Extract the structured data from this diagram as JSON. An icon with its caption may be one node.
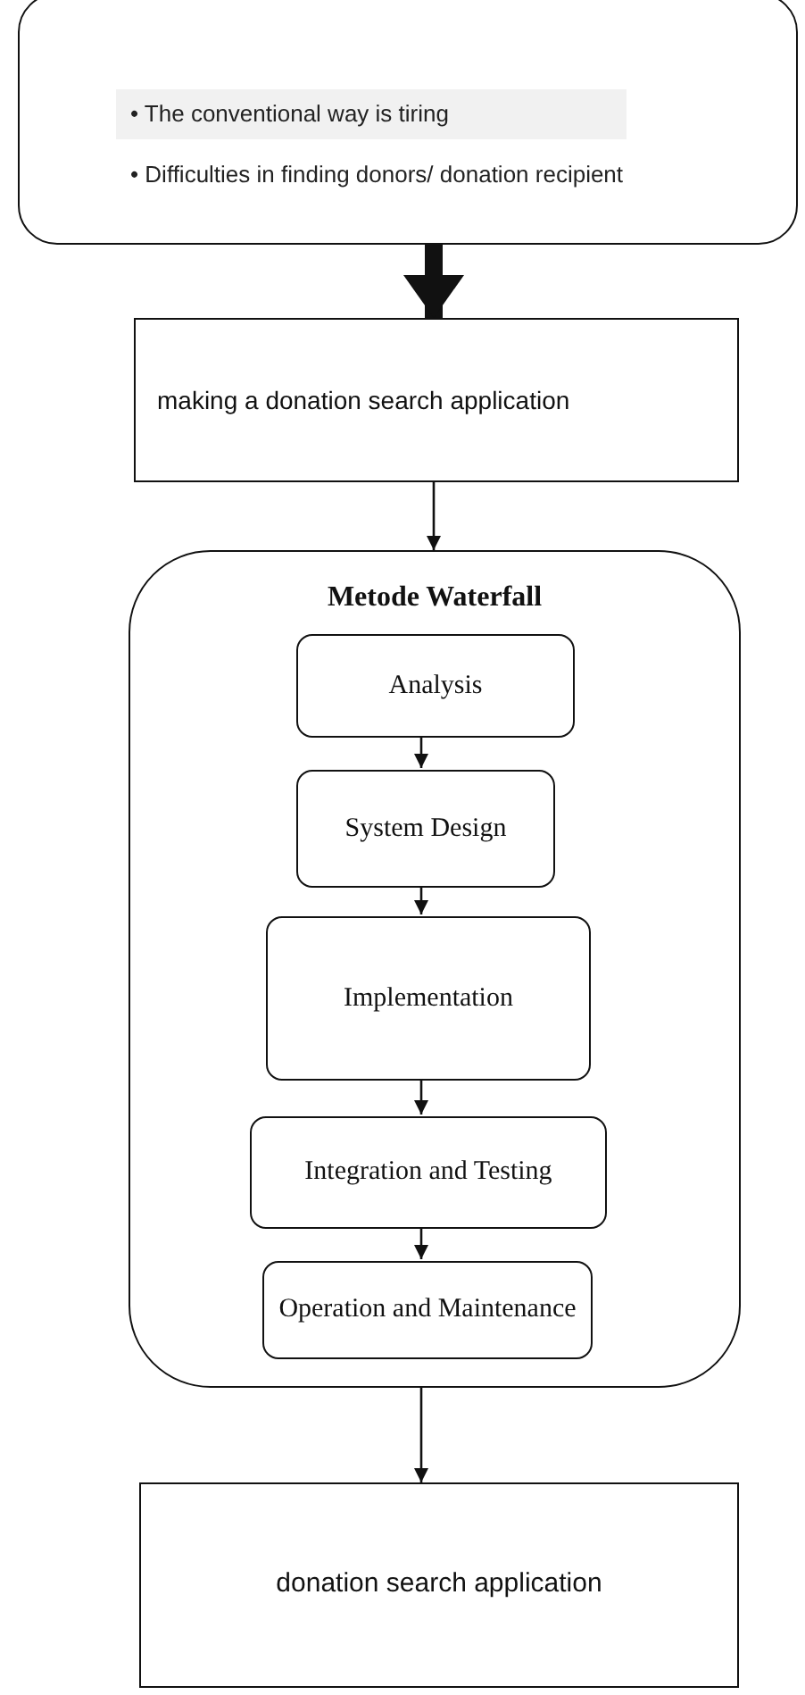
{
  "diagram": {
    "nodes": [
      {
        "text": [
          "• The conventional way is tiring",
          "• Difficulties in finding donors/ donation recipient"
        ]
      },
      {
        "text": [
          "making a donation search application"
        ]
      },
      {
        "text": [
          "Metode Waterfall"
        ]
      },
      {
        "text": [
          "Analysis"
        ],
        "in": 2
      },
      {
        "text": [
          "System Design"
        ],
        "in": 2
      },
      {
        "text": [
          "Implementation"
        ],
        "in": 2
      },
      {
        "text": [
          "Integration and Testing"
        ],
        "in": 2
      },
      {
        "text": [
          "Operation and Maintenance"
        ],
        "in": 2
      },
      {
        "text": [
          "donation search application"
        ]
      }
    ],
    "edges": [
      {
        "from": 0,
        "to": 1,
        "arrow": "to",
        "style": "thick"
      },
      {
        "from": 1,
        "to": 2,
        "arrow": "to"
      },
      {
        "from": 3,
        "to": 4,
        "arrow": "to"
      },
      {
        "from": 4,
        "to": 5,
        "arrow": "to"
      },
      {
        "from": 5,
        "to": 6,
        "arrow": "to"
      },
      {
        "from": 6,
        "to": 7,
        "arrow": "to"
      },
      {
        "from": 2,
        "to": 8,
        "arrow": "to"
      }
    ]
  }
}
